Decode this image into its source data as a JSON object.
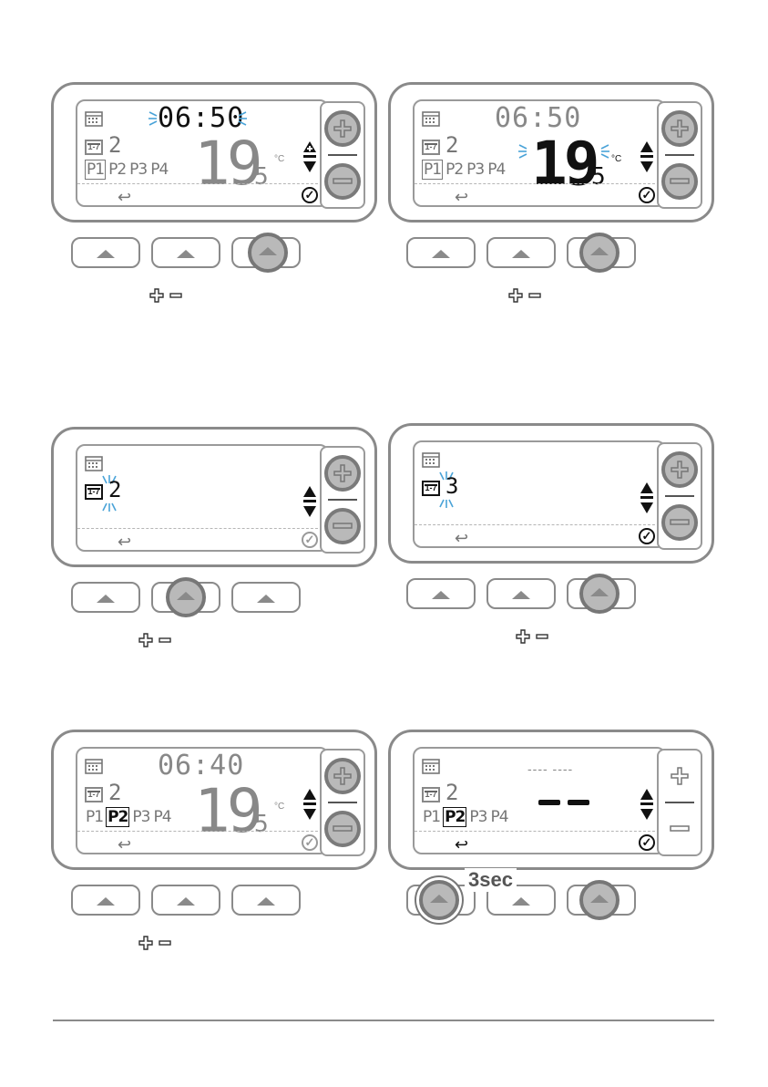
{
  "panels": [
    {
      "time": "06:50",
      "day": "2",
      "programs": [
        "P1",
        "P2",
        "P3",
        "P4"
      ],
      "temp_main": "19",
      "temp_dec": "5",
      "unit": "°C",
      "active_program": "P1"
    },
    {
      "time": "06:50",
      "day": "2",
      "programs": [
        "P1",
        "P2",
        "P3",
        "P4"
      ],
      "temp_main": "19",
      "temp_dec": "5",
      "unit": "°C",
      "active_program": "P1"
    },
    {
      "day": "2"
    },
    {
      "day": "3"
    },
    {
      "time": "06:40",
      "day": "2",
      "programs": [
        "P1",
        "P2",
        "P3",
        "P4"
      ],
      "temp_main": "19",
      "temp_dec": "5",
      "unit": "°C",
      "active_program": "P2"
    },
    {
      "time": "---- ----",
      "day": "2",
      "programs": [
        "P1",
        "P2",
        "P3",
        "P4"
      ],
      "active_program": "P2"
    }
  ],
  "cal_label": "1-7",
  "hold_label": "3sec",
  "icons": {
    "calendar": "calendar-icon",
    "back": "back-arrow-icon",
    "check": "check-icon",
    "plus": "plus-icon",
    "minus": "minus-icon",
    "updown": "up-down-arrows-icon"
  },
  "colors": {
    "blink": "#4aa3d8",
    "button_gray": "#8a8a8a"
  }
}
